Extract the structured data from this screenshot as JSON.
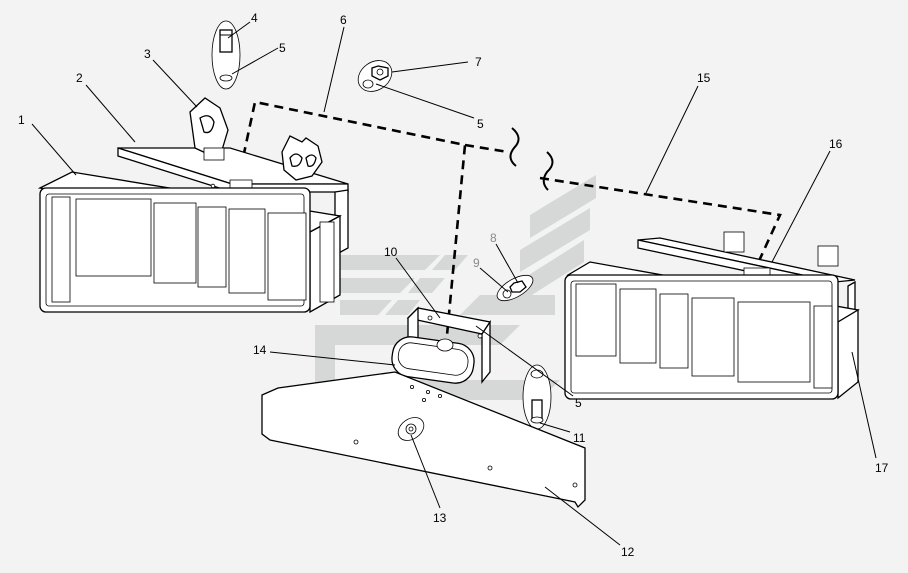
{
  "diagram": {
    "title": "",
    "callouts": [
      {
        "id": "c1",
        "label": "1"
      },
      {
        "id": "c2",
        "label": "2"
      },
      {
        "id": "c3",
        "label": "3"
      },
      {
        "id": "c4",
        "label": "4"
      },
      {
        "id": "c5a",
        "label": "5"
      },
      {
        "id": "c6",
        "label": "6"
      },
      {
        "id": "c7",
        "label": "7"
      },
      {
        "id": "c5b",
        "label": "5"
      },
      {
        "id": "c15",
        "label": "15"
      },
      {
        "id": "c16",
        "label": "16"
      },
      {
        "id": "c8",
        "label": "8"
      },
      {
        "id": "c9",
        "label": "9"
      },
      {
        "id": "c10",
        "label": "10"
      },
      {
        "id": "c14",
        "label": "14"
      },
      {
        "id": "c5c",
        "label": "5"
      },
      {
        "id": "c11",
        "label": "11"
      },
      {
        "id": "c13",
        "label": "13"
      },
      {
        "id": "c12",
        "label": "12"
      },
      {
        "id": "c17",
        "label": "17"
      }
    ],
    "colors": {
      "background": "#f3f3f3",
      "line": "#000000",
      "watermark": "#d5d8d7",
      "callout_gray": "#8a8a8a"
    }
  }
}
